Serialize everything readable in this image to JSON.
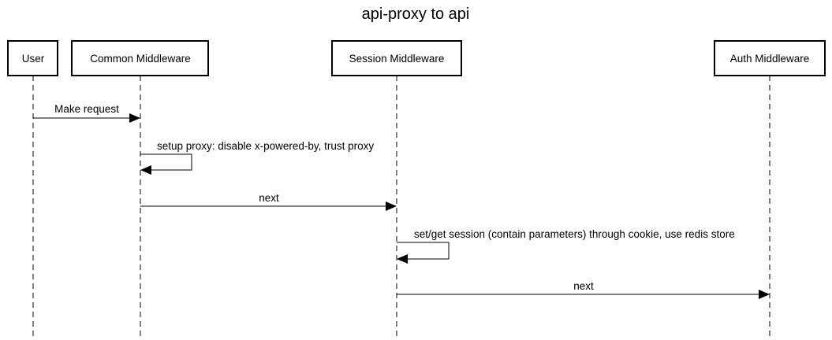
{
  "diagram": {
    "title": "api-proxy to api",
    "participants": [
      {
        "id": "user",
        "label": "User"
      },
      {
        "id": "common",
        "label": "Common Middleware"
      },
      {
        "id": "session",
        "label": "Session Middleware"
      },
      {
        "id": "auth",
        "label": "Auth Middleware"
      }
    ],
    "messages": [
      {
        "from": "user",
        "to": "common",
        "label": "Make request"
      },
      {
        "from": "common",
        "to": "common",
        "label": "setup proxy: disable x-powered-by, trust proxy"
      },
      {
        "from": "common",
        "to": "session",
        "label": "next"
      },
      {
        "from": "session",
        "to": "session",
        "label": "set/get session (contain parameters) through cookie, use redis store"
      },
      {
        "from": "session",
        "to": "auth",
        "label": "next"
      }
    ]
  }
}
